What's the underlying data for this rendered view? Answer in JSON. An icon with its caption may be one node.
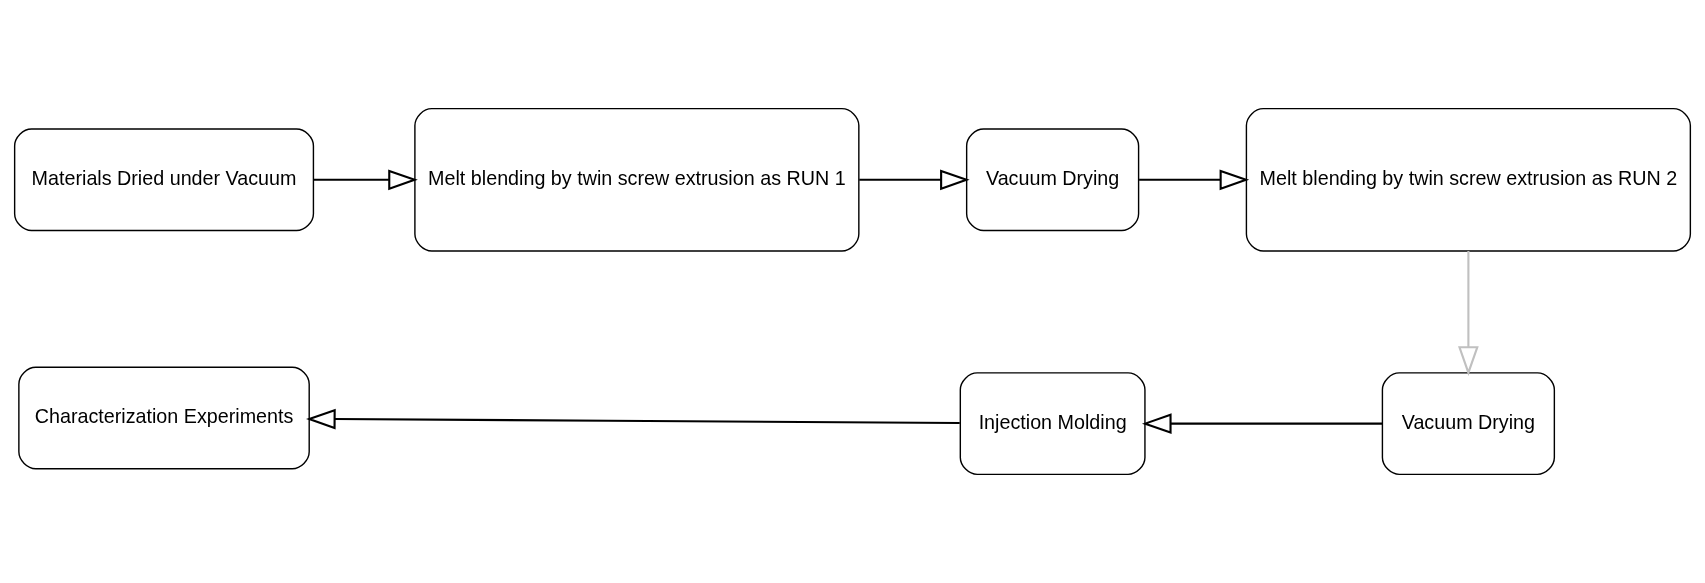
{
  "diagram": {
    "nodes": [
      {
        "text": [
          "Materials Dried under Vacuum"
        ]
      },
      {
        "text": [
          "Melt blending by twin screw extrusion as RUN 1"
        ]
      },
      {
        "text": [
          "Vacuum Drying"
        ]
      },
      {
        "text": [
          "Melt blending by twin screw extrusion as RUN 2"
        ]
      },
      {
        "text": [
          "Vacuum Drying"
        ]
      },
      {
        "text": [
          "Injection Molding"
        ]
      },
      {
        "text": [
          "Characterization Experiments"
        ]
      }
    ],
    "edges": [
      {
        "from": 0,
        "to": 1,
        "arrow": "to"
      },
      {
        "from": 1,
        "to": 2,
        "arrow": "to"
      },
      {
        "from": 2,
        "to": 3,
        "arrow": "to"
      },
      {
        "from": 3,
        "to": 4,
        "arrow": "to",
        "color": "#c0c0c0"
      },
      {
        "from": 4,
        "to": 5,
        "arrow": "to"
      },
      {
        "from": 5,
        "to": 6,
        "arrow": "to"
      }
    ]
  }
}
